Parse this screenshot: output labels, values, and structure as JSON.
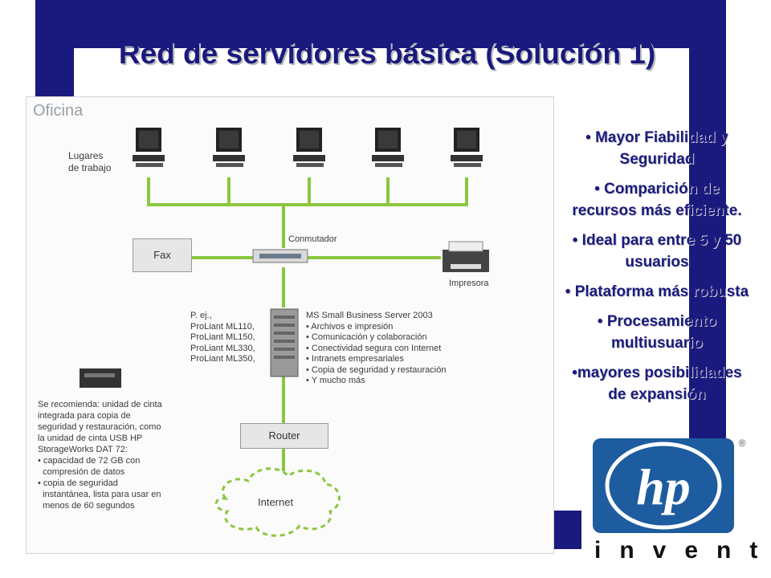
{
  "slide": {
    "title": "Red de servidores básica (Solución 1)"
  },
  "diagram": {
    "section_title": "Oficina",
    "workstations_label_line1": "Lugares",
    "workstations_label_line2": "de trabajo",
    "switch_label": "Conmutador",
    "fax_label": "Fax",
    "printer_label": "Impresora",
    "router_label": "Router",
    "internet_label": "Internet",
    "server_models": [
      "P. ej.,",
      "ProLiant ML110,",
      "ProLiant ML150,",
      "ProLiant ML330,",
      "ProLiant ML350,"
    ],
    "server_software": [
      "MS Small Business Server 2003",
      "• Archivos e impresión",
      "• Comunicación y colaboración",
      "• Conectividad segura con Internet",
      "• Intranets empresariales",
      "• Copia de seguridad y restauración",
      "• Y mucho más"
    ],
    "tape_note": [
      "Se recomienda: unidad de cinta",
      "integrada para copia de",
      "seguridad y restauración, como",
      "la unidad de cinta USB HP",
      "StorageWorks DAT 72:",
      "• capacidad de 72 GB con",
      "  compresión de datos",
      "• copia de seguridad",
      "  instantánea, lista para usar en",
      "  menos de 60 segundos"
    ]
  },
  "features": [
    "• Mayor Fiabilidad y Seguridad",
    "• Comparición de recursos más eficiente.",
    "• Ideal para entre 5 y 50 usuarios",
    "• Plataforma más robusta",
    "• Procesamiento multiusuario",
    "•mayores posibilidades de expansión"
  ],
  "brand": {
    "logo_text": "hp",
    "registered_mark": "®",
    "tagline": "invent"
  },
  "colors": {
    "frame": "#1a1a7e",
    "network_lines": "#8cc63f",
    "hp_blue": "#1d5c9e"
  }
}
